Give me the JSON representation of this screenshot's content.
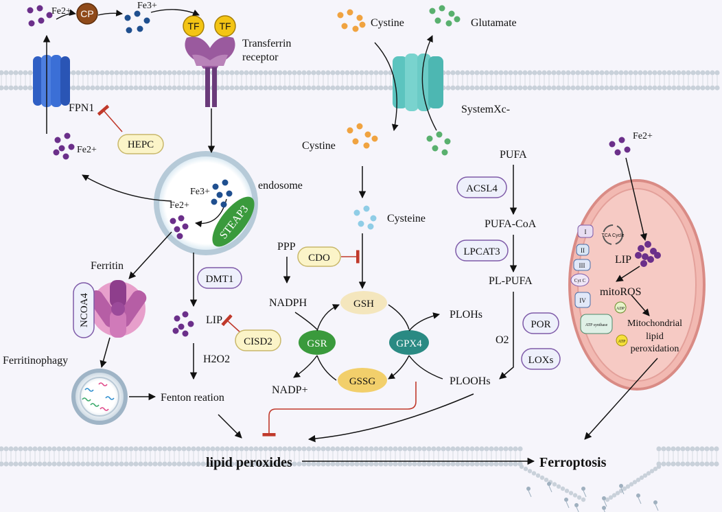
{
  "labels": {
    "fe2_top": "Fe2+",
    "cp": "CP",
    "fe3_top": "Fe3+",
    "tf1": "TF",
    "tf2": "TF",
    "transferrin_receptor_1": "Transferrin",
    "transferrin_receptor_2": "receptor",
    "fpn1": "FPN1",
    "hepc": "HEPC",
    "fe2_left": "Fe2+",
    "endosome": "endosome",
    "fe3_endo": "Fe3+",
    "fe2_endo": "Fe2+",
    "steap3": "STEAP3",
    "ferritin": "Ferritin",
    "ncoa4": "NCOA4",
    "dmt1": "DMT1",
    "lip_left": "LIP",
    "cisd2": "CISD2",
    "h2o2": "H2O2",
    "ferritinophagy": "Ferritinophagy",
    "fenton": "Fenton reation",
    "lipid_peroxides": "lipid peroxides",
    "ferroptosis": "Ferroptosis",
    "cystine_top": "Cystine",
    "glutamate": "Glutamate",
    "systemxc": "SystemXc-",
    "cystine_mid": "Cystine",
    "cysteine": "Cysteine",
    "ppp": "PPP",
    "cdo": "CDO",
    "nadph": "NADPH",
    "gsh": "GSH",
    "gsr": "GSR",
    "gpx4": "GPX4",
    "gssg": "GSSG",
    "nadp": "NADP+",
    "plohs": "PLOHs",
    "ploohs": "PLOOHs",
    "pufa": "PUFA",
    "acsl4": "ACSL4",
    "pufa_coa": "PUFA-CoA",
    "lpcat3": "LPCAT3",
    "pl_pufa": "PL-PUFA",
    "o2": "O2",
    "por": "POR",
    "loxs": "LOXs",
    "fe2_right": "Fe2+",
    "lip_right": "LIP",
    "mitoros": "mitoROS",
    "mito_lipid_1": "Mitochondrial",
    "mito_lipid_2": "lipid",
    "mito_lipid_3": "peroxidation",
    "tca": "TCA Cycle",
    "cyt_c": "Cyt C",
    "atp_synthase": "ATP synthase",
    "adp": "ADP",
    "atp": "ATP",
    "complex_1": "I",
    "complex_2": "II",
    "complex_3": "III",
    "complex_4": "IV"
  },
  "colors": {
    "background": "#f6f5fb",
    "membrane_head": "#c9d1da",
    "iron_fe2": "#6b2f8a",
    "iron_fe3": "#1f4f8f",
    "cystine_dot": "#f0a340",
    "glutamate_dot": "#59b06e",
    "cysteine_dot": "#8fcde6",
    "green_enzyme": "#3a9a3c",
    "teal_enzyme": "#2a8a83",
    "pill_yellow": "#fbf4c8",
    "pill_yellow_border": "#c8b76a",
    "pill_purple_border": "#7e5aa8",
    "inhibit_red": "#c0392b",
    "mito_fill": "#f2b9b2",
    "mito_border": "#d98b85"
  }
}
